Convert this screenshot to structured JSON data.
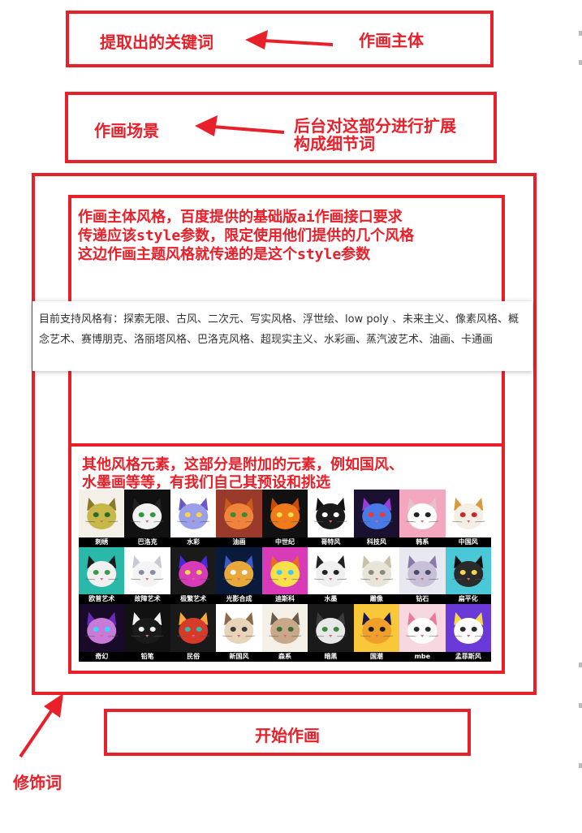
{
  "box1": {
    "label": "提取出的关键词",
    "target": "作画主体"
  },
  "box2": {
    "label": "作画场景",
    "target_line1": "后台对这部分进行扩展",
    "target_line2": "构成细节词"
  },
  "style_section": {
    "title_lines": [
      "作画主体风格，百度提供的基础版ai作画接口要求",
      "传递应该style参数，限定使用他们提供的几个风格",
      "这边作画主题风格就传递的是这个style参数"
    ],
    "supported_styles_text": "目前支持风格有：探索无限、古风、二次元、写实风格、浮世绘、low poly 、未来主义、像素风格、概念艺术、赛博朋克、洛丽塔风格、巴洛克风格、超现实主义、水彩画、蒸汽波艺术、油画、卡通画"
  },
  "other_section": {
    "title_lines": [
      "其他风格元素，这部分是附加的元素，例如国风、",
      "水墨画等等，有我们自己其预设和挑选"
    ],
    "thumbnails": [
      {
        "caption": "刺绣",
        "bg": "#f4f0e8",
        "face": "#c7b84a",
        "ear": "#8c7a2a",
        "eye": "#2a6a2a"
      },
      {
        "caption": "巴洛克",
        "bg": "#111111",
        "face": "#f2f2f2",
        "ear": "#222222",
        "eye": "#2a9a3a"
      },
      {
        "caption": "水彩",
        "bg": "#ffffff",
        "face": "#9aa0e8",
        "ear": "#6a58c8",
        "eye": "#ffd24a"
      },
      {
        "caption": "油画",
        "bg": "#9a3a2a",
        "face": "#f0843a",
        "ear": "#c85a1a",
        "eye": "#3a8a3a"
      },
      {
        "caption": "中世纪",
        "bg": "#111111",
        "face": "#f07a1a",
        "ear": "#c84a0a",
        "eye": "#f8e04a"
      },
      {
        "caption": "哥特风",
        "bg": "#ffffff",
        "face": "#1a1a1a",
        "ear": "#111111",
        "eye": "#ffffff"
      },
      {
        "caption": "科技风",
        "bg": "#1a1030",
        "face": "#4a7ae8",
        "ear": "#9a3ad8",
        "eye": "#e83a3a"
      },
      {
        "caption": "韩系",
        "bg": "#f4a8c0",
        "face": "#ffffff",
        "ear": "#e8c0c8",
        "eye": "#222222"
      },
      {
        "caption": "中国风",
        "bg": "#ffffff",
        "face": "#f4eee4",
        "ear": "#d89a3a",
        "eye": "#c82a2a"
      },
      {
        "caption": "欧普艺术",
        "bg": "#2ab8a8",
        "face": "#f0f0f0",
        "ear": "#1a1a1a",
        "eye": "#3a9a4a"
      },
      {
        "caption": "故障艺术",
        "bg": "#ffffff",
        "face": "#f4f4f4",
        "ear": "#c8c8d8",
        "eye": "#8a8aa8"
      },
      {
        "caption": "极繁艺术",
        "bg": "#1a1a1a",
        "face": "#d83ab8",
        "ear": "#4a2ad8",
        "eye": "#f8d84a"
      },
      {
        "caption": "光影合成",
        "bg": "#0a1a3a",
        "face": "#e8a83a",
        "ear": "#3a5ac8",
        "eye": "#f8f8f8"
      },
      {
        "caption": "迪斯科",
        "bg": "#d83ab8",
        "face": "#f8e04a",
        "ear": "#e86a2a",
        "eye": "#3ac8f8"
      },
      {
        "caption": "水墨",
        "bg": "#ffffff",
        "face": "#f0f0f0",
        "ear": "#222222",
        "eye": "#222222"
      },
      {
        "caption": "雕像",
        "bg": "#ffffff",
        "face": "#e8e4d8",
        "ear": "#c8c0a8",
        "eye": "#8a8a7a"
      },
      {
        "caption": "钻石",
        "bg": "#e8e8f0",
        "face": "#c8c0d8",
        "ear": "#8a7aa8",
        "eye": "#4a4a6a"
      },
      {
        "caption": "扁平化",
        "bg": "#4ac8d8",
        "face": "#2a2a2a",
        "ear": "#111111",
        "eye": "#f8d84a"
      },
      {
        "caption": "奇幻",
        "bg": "#1a0a2a",
        "face": "#c87ad8",
        "ear": "#6a2ab8",
        "eye": "#3ad8f8"
      },
      {
        "caption": "铅笔",
        "bg": "#111111",
        "face": "#1a1a1a",
        "ear": "#f0f0f0",
        "eye": "#f0f0f0"
      },
      {
        "caption": "民俗",
        "bg": "#1a1a1a",
        "face": "#d83a2a",
        "ear": "#f8a83a",
        "eye": "#3ab8a8"
      },
      {
        "caption": "新国风",
        "bg": "#ffffff",
        "face": "#e8d4b8",
        "ear": "#8a6a4a",
        "eye": "#3a3a3a"
      },
      {
        "caption": "森系",
        "bg": "#f4f0e8",
        "face": "#c8a888",
        "ear": "#6a5a4a",
        "eye": "#3a6a3a"
      },
      {
        "caption": "暗黑",
        "bg": "#1a1a1a",
        "face": "#e8e8e8",
        "ear": "#3a3a3a",
        "eye": "#3a8a3a"
      },
      {
        "caption": "国潮",
        "bg": "#f8c83a",
        "face": "#f0a02a",
        "ear": "#1a1a4a",
        "eye": "#1a1a1a"
      },
      {
        "caption": "mbe",
        "bg": "#f8d8e0",
        "face": "#ffffff",
        "ear": "#e87a9a",
        "eye": "#2a2a2a"
      },
      {
        "caption": "孟菲斯风",
        "bg": "#6a3ad8",
        "face": "#ffffff",
        "ear": "#f8d84a",
        "eye": "#2a2a2a"
      }
    ]
  },
  "start_button": {
    "label": "开始作画"
  },
  "modifier_label": "修饰词",
  "colors": {
    "accent": "#e8202a",
    "notice_text": "#333333"
  }
}
